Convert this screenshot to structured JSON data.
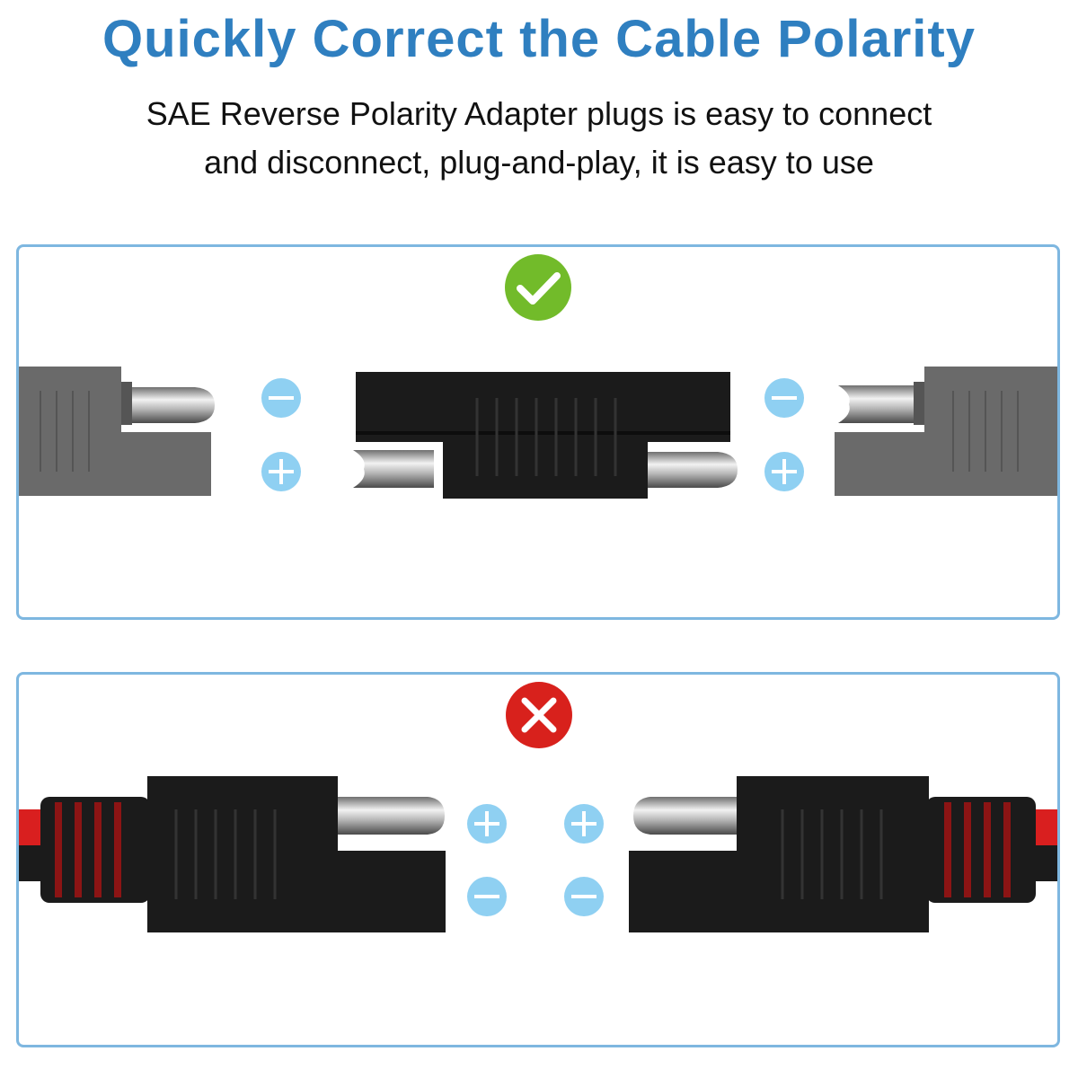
{
  "header": {
    "title": "Quickly Correct the Cable Polarity",
    "subtitle_line1": "SAE Reverse Polarity Adapter plugs is easy to connect",
    "subtitle_line2": "and disconnect, plug-and-play, it is easy to use"
  },
  "panels": [
    {
      "status": "correct",
      "status_icon": "check-icon",
      "status_color": "#72bb2a",
      "polarity_left": [
        "−",
        "+"
      ],
      "polarity_right": [
        "−",
        "+"
      ]
    },
    {
      "status": "wrong",
      "status_icon": "close-icon",
      "status_color": "#d8211c",
      "polarity_left": [
        "+",
        "−"
      ],
      "polarity_right": [
        "+",
        "−"
      ]
    }
  ],
  "colors": {
    "title": "#2f7fc0",
    "panel_border": "#7eb7e0",
    "polarity_circle": "#8fd0f2",
    "plug_dark": "#1b1b1b",
    "plug_grey": "#6a6a6a",
    "wire_red": "#d91f1f"
  }
}
